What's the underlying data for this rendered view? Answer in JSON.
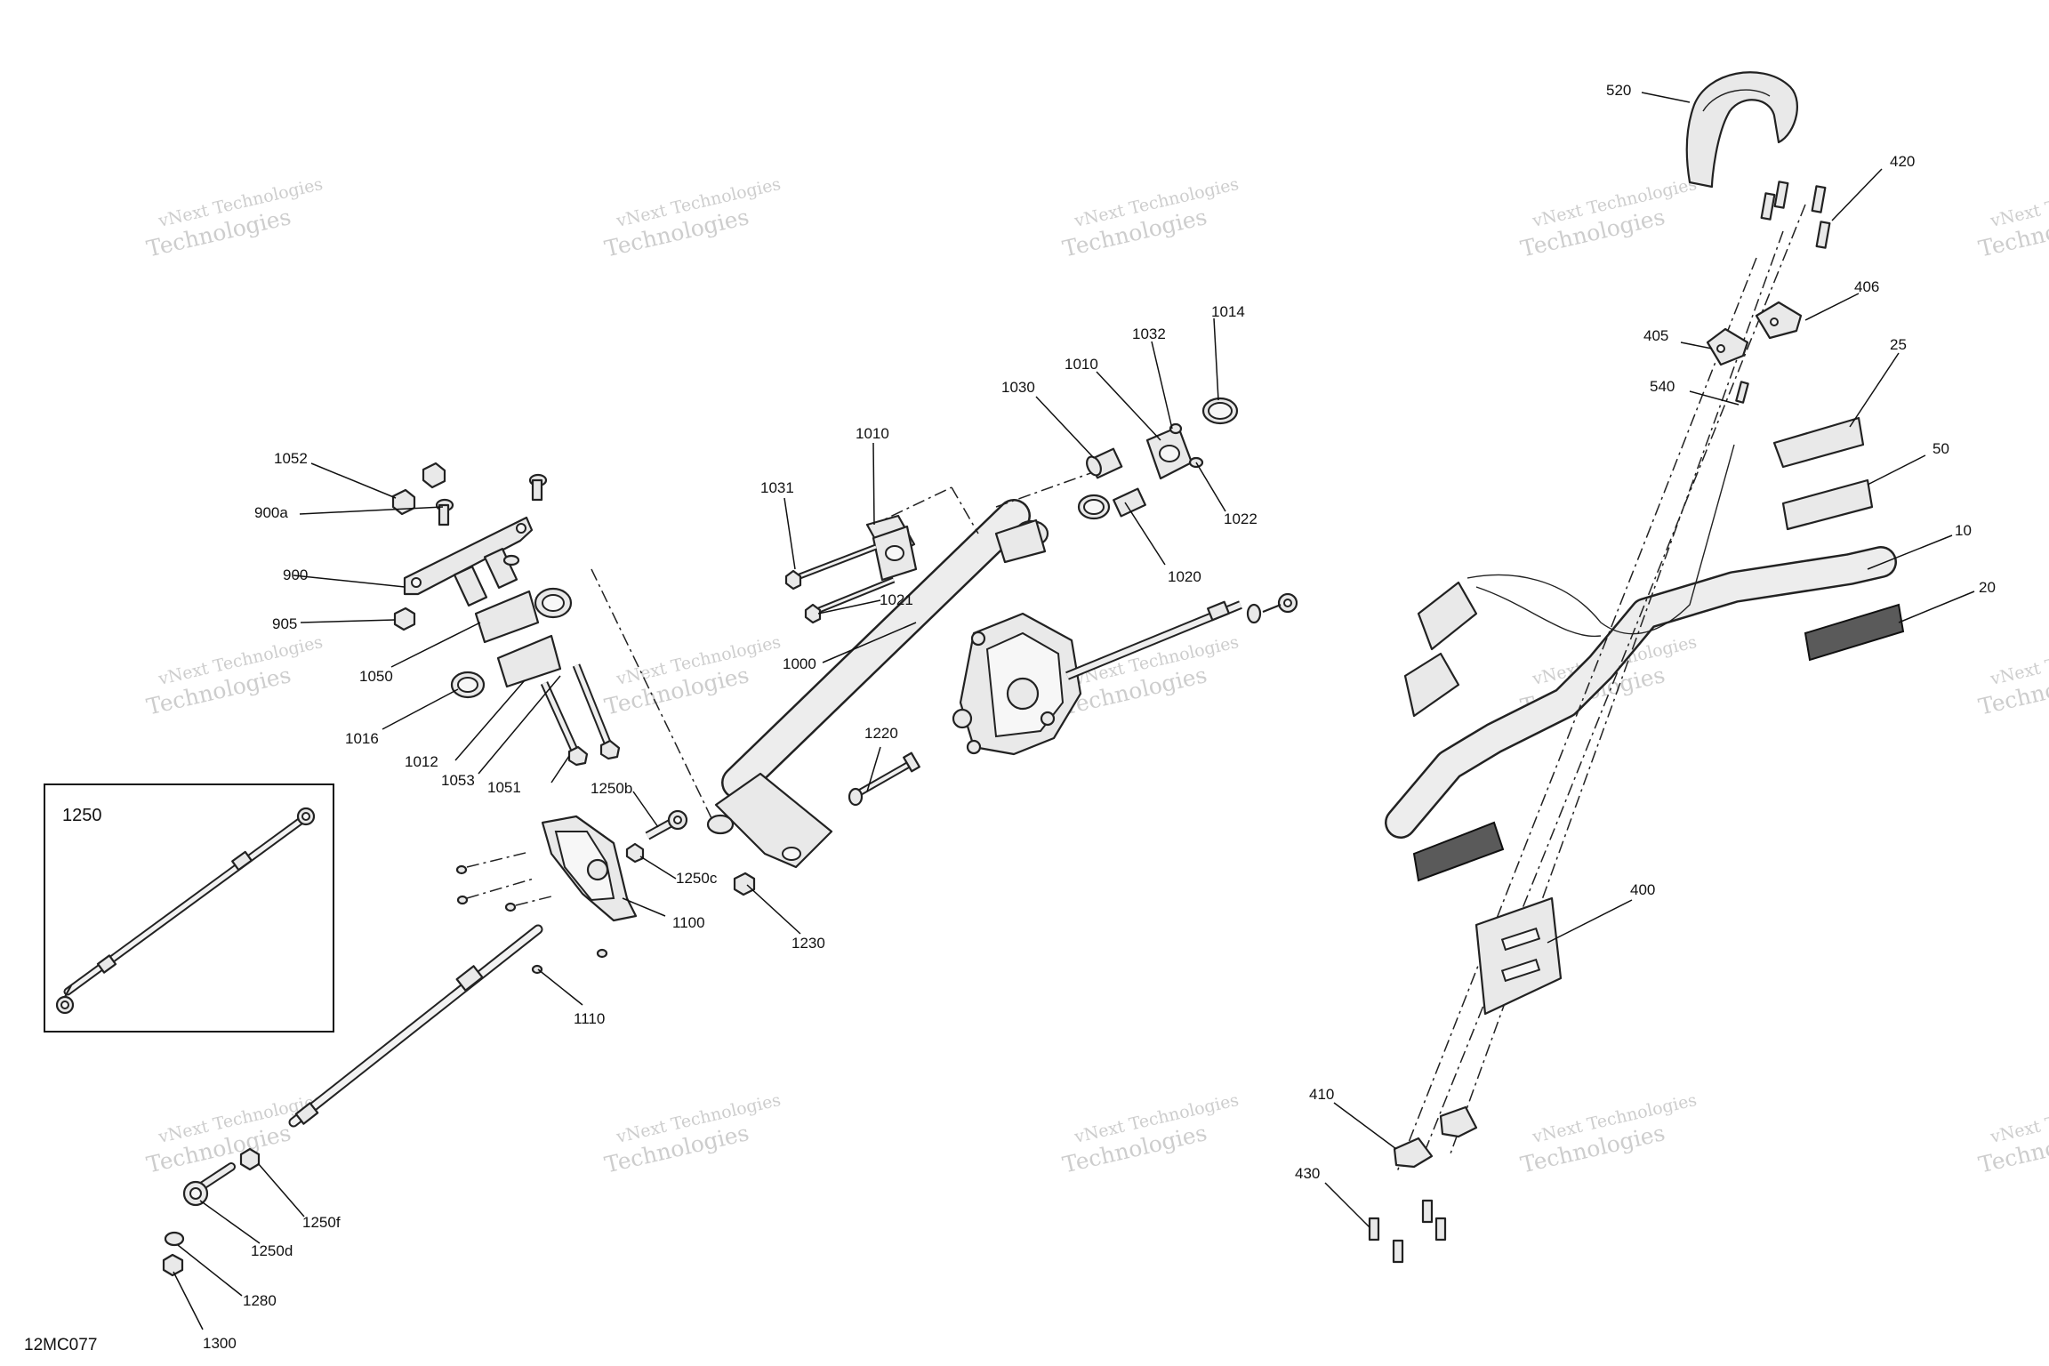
{
  "drawing_ref": "12MC077",
  "inset": {
    "label": "1250"
  },
  "watermark": {
    "line1": "vNext Technologies",
    "line2": "Technologies"
  },
  "callouts": [
    "520",
    "420",
    "406",
    "405",
    "540",
    "25",
    "50",
    "10",
    "20",
    "400",
    "410",
    "430",
    "1014",
    "1032",
    "1010",
    "1030",
    "1022",
    "1020",
    "1010",
    "1031",
    "1021",
    "1000",
    "1220",
    "1230",
    "1052",
    "900a",
    "900",
    "905",
    "1050",
    "1016",
    "1012",
    "1053",
    "1051",
    "1250b",
    "1250c",
    "1100",
    "1110",
    "1250f",
    "1250d",
    "1280",
    "1300"
  ]
}
